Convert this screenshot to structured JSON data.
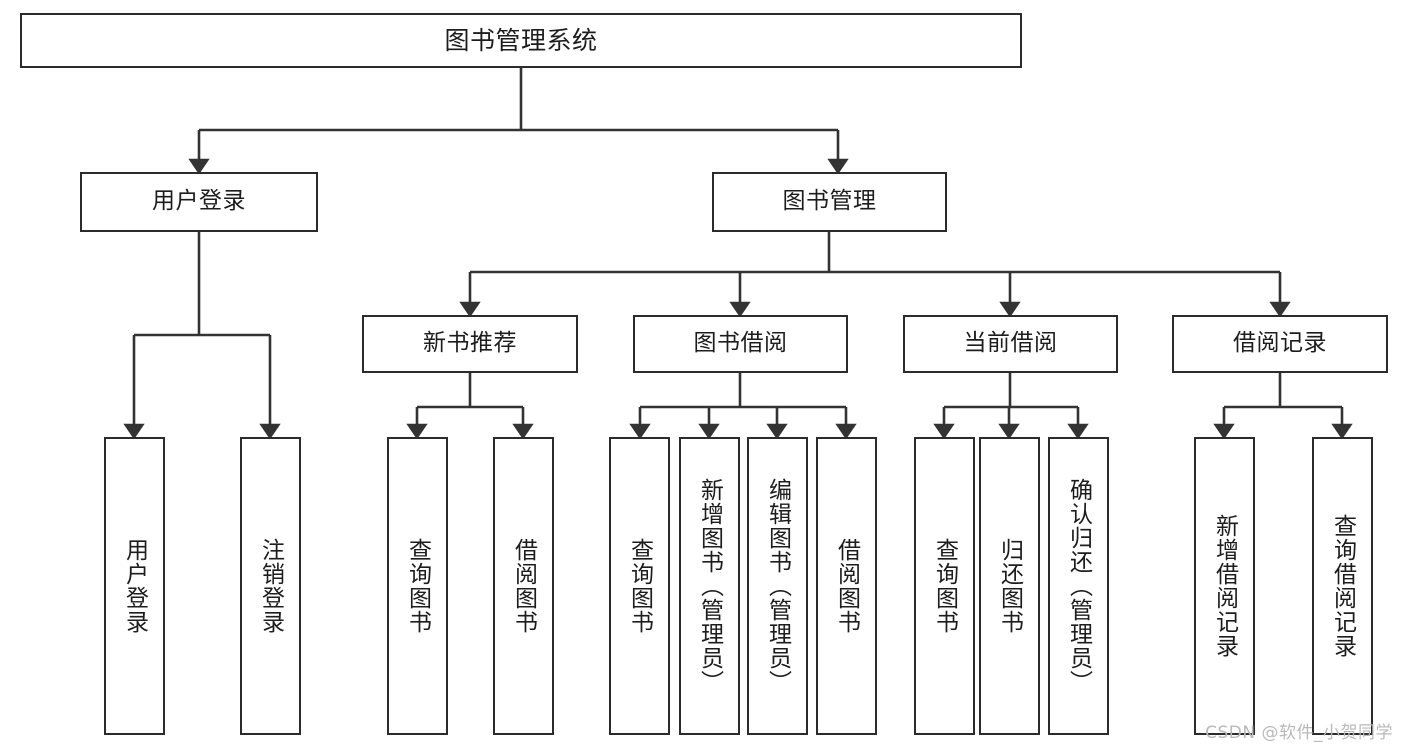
{
  "diagram": {
    "type": "tree",
    "title": "图书管理系统",
    "orientation": "top-down",
    "colors": {
      "box_border": "#2b2b2b",
      "box_fill": "#ffffff",
      "connector": "#333333",
      "text": "#1d1d1d",
      "watermark": "#b9b9b9",
      "background": "#ffffff"
    },
    "root": {
      "label": "图书管理系统"
    },
    "level2": [
      {
        "id": "user-login",
        "label": "用户登录"
      },
      {
        "id": "book-manage",
        "label": "图书管理"
      }
    ],
    "level3": [
      {
        "id": "new-book-recommend",
        "label": "新书推荐",
        "parent": "book-manage"
      },
      {
        "id": "book-borrow",
        "label": "图书借阅",
        "parent": "book-manage"
      },
      {
        "id": "current-borrow",
        "label": "当前借阅",
        "parent": "book-manage"
      },
      {
        "id": "borrow-record",
        "label": "借阅记录",
        "parent": "book-manage"
      }
    ],
    "leaves": [
      {
        "id": "leaf-user-login",
        "label": "用户登录",
        "parent": "user-login"
      },
      {
        "id": "leaf-user-logout",
        "label": "注销登录",
        "parent": "user-login"
      },
      {
        "id": "leaf-query-book-1",
        "label": "查询图书",
        "parent": "new-book-recommend"
      },
      {
        "id": "leaf-borrow-book-1",
        "label": "借阅图书",
        "parent": "new-book-recommend"
      },
      {
        "id": "leaf-query-book-2",
        "label": "查询图书",
        "parent": "book-borrow"
      },
      {
        "id": "leaf-add-book",
        "label": "新增图书（管理员）",
        "parent": "book-borrow"
      },
      {
        "id": "leaf-edit-book",
        "label": "编辑图书（管理员）",
        "parent": "book-borrow"
      },
      {
        "id": "leaf-borrow-book-2",
        "label": "借阅图书",
        "parent": "book-borrow"
      },
      {
        "id": "leaf-query-book-3",
        "label": "查询图书",
        "parent": "current-borrow"
      },
      {
        "id": "leaf-return-book",
        "label": "归还图书",
        "parent": "current-borrow"
      },
      {
        "id": "leaf-confirm-return",
        "label": "确认归还（管理员）",
        "parent": "current-borrow"
      },
      {
        "id": "leaf-add-record",
        "label": "新增借阅记录",
        "parent": "borrow-record"
      },
      {
        "id": "leaf-query-record",
        "label": "查询借阅记录",
        "parent": "borrow-record"
      }
    ]
  },
  "watermark": {
    "text": "CSDN @软件_小贺同学"
  }
}
